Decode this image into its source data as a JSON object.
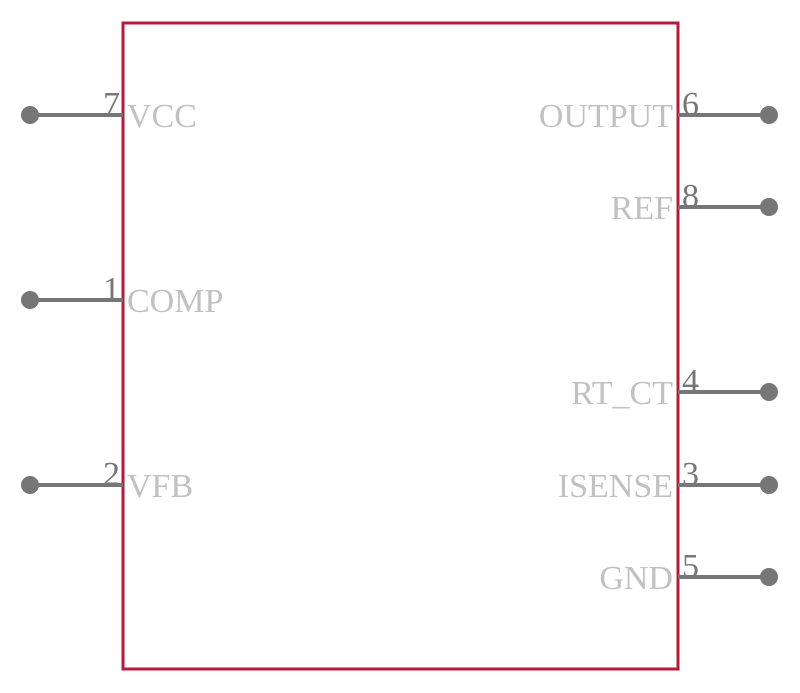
{
  "colors": {
    "body_outline": "#b7193b",
    "pin_line": "#767676",
    "pin_number_text": "#767676",
    "pin_label_text": "#c1c1c1",
    "background": "#ffffff"
  },
  "component": {
    "left_pins": [
      {
        "number": "7",
        "label": "VCC"
      },
      {
        "number": "1",
        "label": "COMP"
      },
      {
        "number": "2",
        "label": "VFB"
      }
    ],
    "right_pins": [
      {
        "number": "6",
        "label": "OUTPUT"
      },
      {
        "number": "8",
        "label": "REF"
      },
      {
        "number": "4",
        "label": "RT_CT"
      },
      {
        "number": "3",
        "label": "ISENSE"
      },
      {
        "number": "5",
        "label": "GND"
      }
    ]
  }
}
